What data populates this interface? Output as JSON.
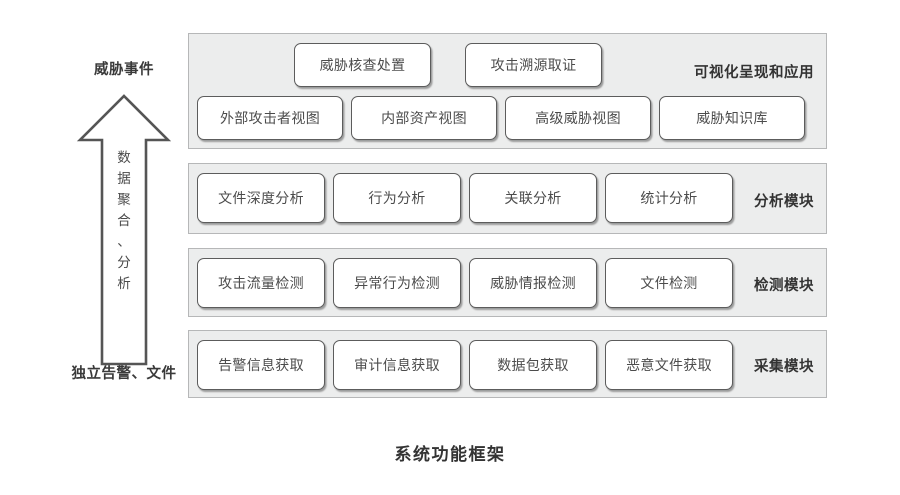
{
  "figure": {
    "caption": "系统功能框架"
  },
  "flow_arrow": {
    "top_label": "威胁事件",
    "bottom_label": "独立告警、文件",
    "vertical_text": "数\n据\n聚\n合\n、\n分\n析",
    "direction": "up"
  },
  "bands": [
    {
      "id": "visualization",
      "label": "可视化呈现和应用",
      "rows": [
        {
          "id": "vis-row-top",
          "nodes": [
            "威胁核查处置",
            "攻击溯源取证"
          ]
        },
        {
          "id": "vis-row-bottom",
          "nodes": [
            "外部攻击者视图",
            "内部资产视图",
            "高级威胁视图",
            "威胁知识库"
          ]
        }
      ]
    },
    {
      "id": "analysis",
      "label": "分析模块",
      "rows": [
        {
          "id": "analysis-row",
          "nodes": [
            "文件深度分析",
            "行为分析",
            "关联分析",
            "统计分析"
          ]
        }
      ]
    },
    {
      "id": "detection",
      "label": "检测模块",
      "rows": [
        {
          "id": "detection-row",
          "nodes": [
            "攻击流量检测",
            "异常行为检测",
            "威胁情报检测",
            "文件检测"
          ]
        }
      ]
    },
    {
      "id": "collection",
      "label": "采集模块",
      "rows": [
        {
          "id": "collection-row",
          "nodes": [
            "告警信息获取",
            "审计信息获取",
            "数据包获取",
            "恶意文件获取"
          ]
        }
      ]
    }
  ],
  "colors": {
    "band_background": "#eceded",
    "band_border": "#b6b7b8",
    "node_background": "#ffffff",
    "node_border": "#5c5c5c",
    "text": "#4c4c4c",
    "label_text": "#333333"
  }
}
